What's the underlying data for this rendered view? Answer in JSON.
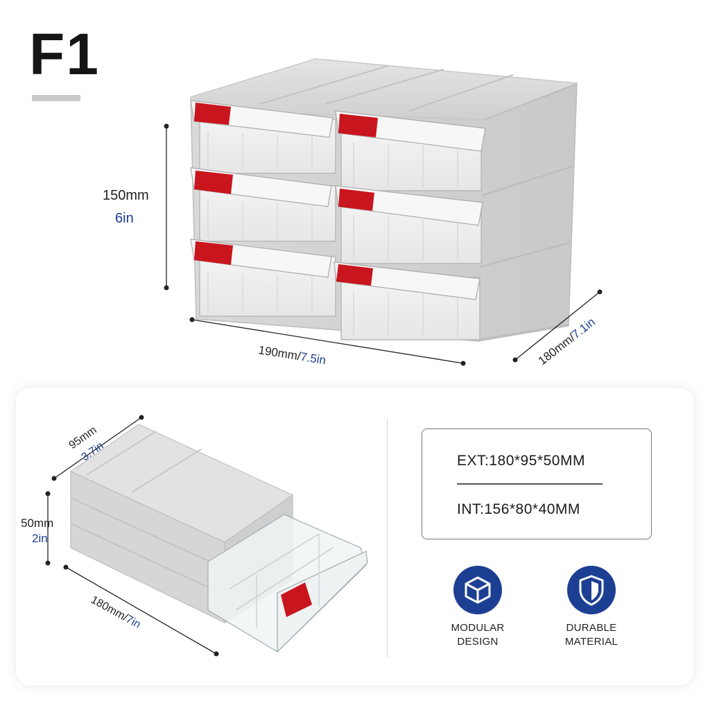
{
  "brand": {
    "title": "F1"
  },
  "main_dimensions": {
    "height_mm": "150mm",
    "height_in": "6in",
    "width_mm": "190mm/",
    "width_in": "7.5in",
    "depth_mm": "180mm/",
    "depth_in": "7.1in"
  },
  "drawer_dimensions": {
    "depth_mm": "95mm",
    "depth_in": "3.7in",
    "height_mm": "50mm",
    "height_in": "2in",
    "length_mm": "180mm/",
    "length_in": "7in"
  },
  "specs": {
    "ext": "EXT:180*95*50MM",
    "int": "INT:156*80*40MM"
  },
  "features": [
    {
      "icon": "cube-icon",
      "line1": "MODULAR",
      "line2": "DESIGN"
    },
    {
      "icon": "shield-icon",
      "line1": "DURABLE",
      "line2": "MATERIAL"
    }
  ],
  "colors": {
    "accent_blue": "#1d3f93",
    "label_red": "#c9151d",
    "housing_gray": "#d6d6d6"
  }
}
